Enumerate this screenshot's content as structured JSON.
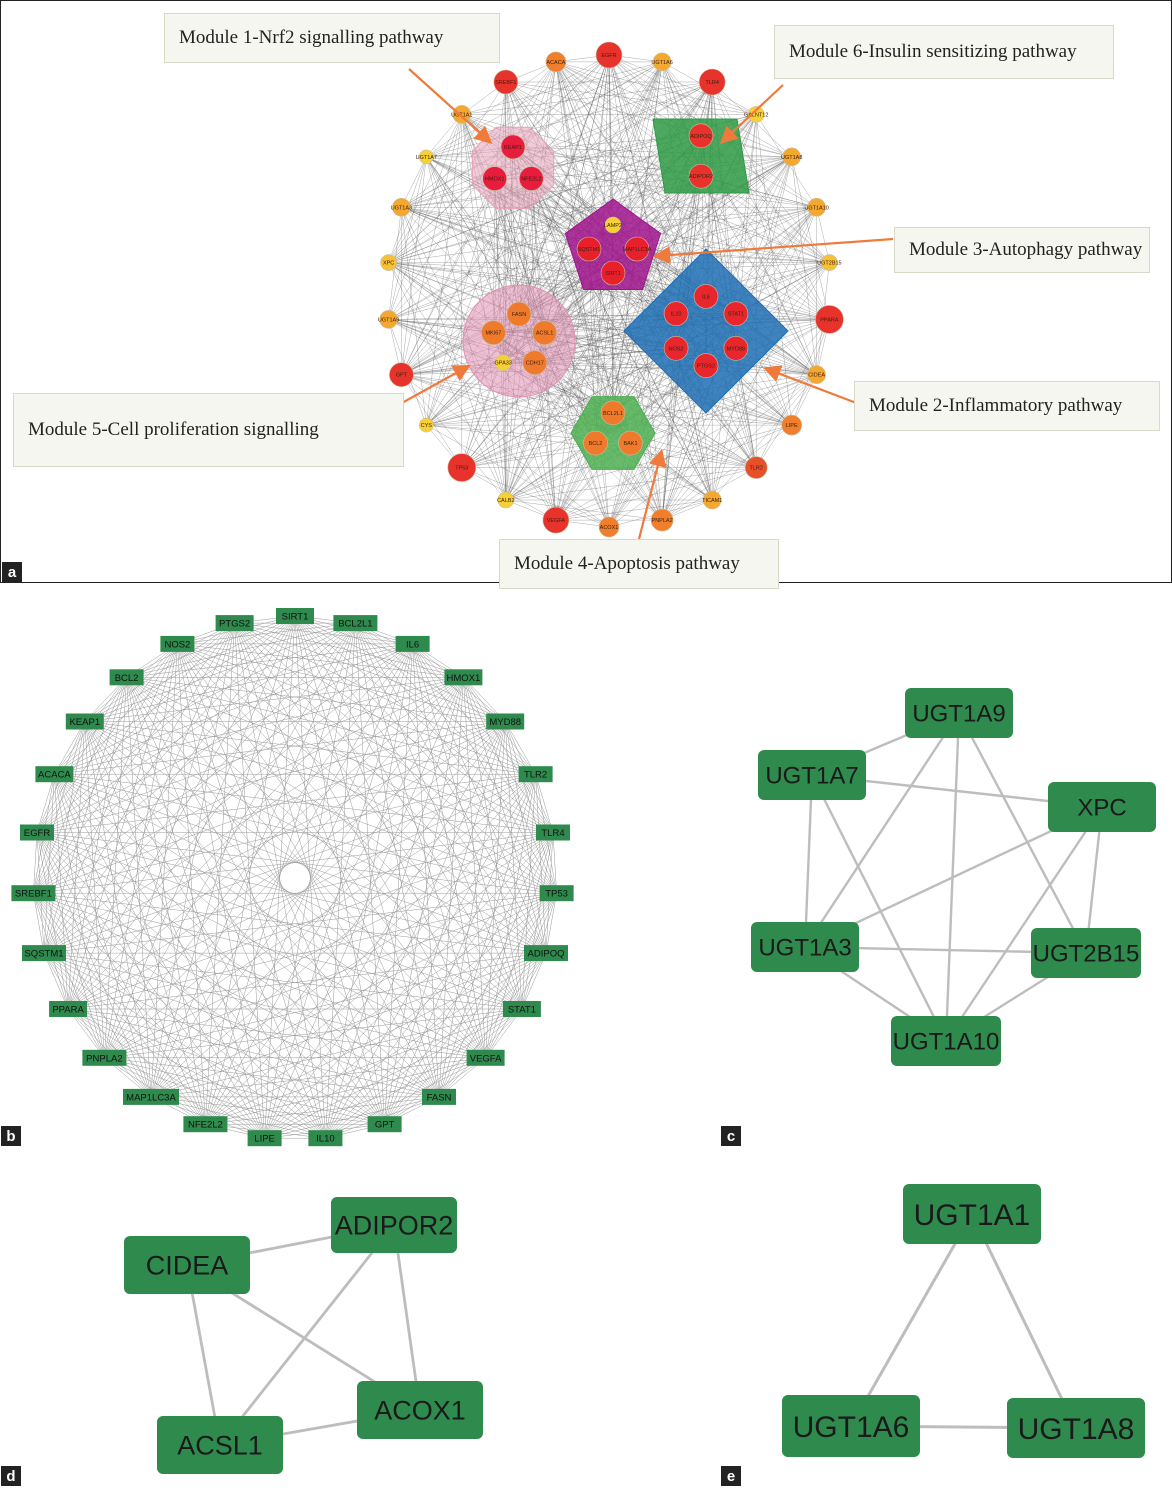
{
  "panel_labels": {
    "a": "a",
    "b": "b",
    "c": "c",
    "d": "d",
    "e": "e"
  },
  "panel_a": {
    "modules": [
      {
        "id": "m1",
        "label": "Module 1-Nrf2 signalling pathway",
        "color": "#e8a0b8",
        "shape": "octagon",
        "genes": [
          "KEAP1",
          "NFE2L2",
          "HMOX1"
        ]
      },
      {
        "id": "m2",
        "label": "Module 2-Inflammatory pathway",
        "color": "#1f6fb4",
        "shape": "diamond",
        "genes": [
          "IL6",
          "STAT1",
          "MYD88",
          "PTGS2",
          "NOS2",
          "IL10"
        ]
      },
      {
        "id": "m3",
        "label": "Module 3-Autophagy pathway",
        "color": "#a0148c",
        "shape": "pentagon",
        "genes": [
          "LAMP2",
          "MAP1LC3A",
          "SIRT1",
          "SQSTM1"
        ]
      },
      {
        "id": "m4",
        "label": "Module 4-Apoptosis pathway",
        "color": "#4caf50",
        "shape": "hexagon",
        "genes": [
          "BCL2L1",
          "BAK1",
          "BCL2"
        ]
      },
      {
        "id": "m5",
        "label": "Module 5-Cell proliferation signalling",
        "color": "#e090b0",
        "shape": "circle",
        "genes": [
          "FASN",
          "ACSL1",
          "CDH17",
          "GPA33",
          "MKI67"
        ]
      },
      {
        "id": "m6",
        "label": "Module 6-Insulin sensitizing pathway",
        "color": "#2e9a44",
        "shape": "parallelogram",
        "genes": [
          "ADIPOQ",
          "ADIPOR2"
        ]
      }
    ],
    "ring_nodes": [
      {
        "name": "EGFR",
        "color": "#e8322c",
        "size": 13
      },
      {
        "name": "UGT1A6",
        "color": "#f5a830",
        "size": 9
      },
      {
        "name": "TLR4",
        "color": "#e8322c",
        "size": 13
      },
      {
        "name": "GALNT12",
        "color": "#f7d035",
        "size": 8
      },
      {
        "name": "UGT1A8",
        "color": "#f5a830",
        "size": 9
      },
      {
        "name": "UGT1A10",
        "color": "#f5a830",
        "size": 9
      },
      {
        "name": "UGT2B15",
        "color": "#f7c035",
        "size": 8
      },
      {
        "name": "PPARA",
        "color": "#e8322c",
        "size": 14
      },
      {
        "name": "CIDEA",
        "color": "#f5a830",
        "size": 9
      },
      {
        "name": "LIPE",
        "color": "#f07e2c",
        "size": 10
      },
      {
        "name": "TLR2",
        "color": "#e8502c",
        "size": 11
      },
      {
        "name": "TICAM1",
        "color": "#f5a830",
        "size": 9
      },
      {
        "name": "PNPLA2",
        "color": "#f07e2c",
        "size": 11
      },
      {
        "name": "ACOX1",
        "color": "#f07e2c",
        "size": 10
      },
      {
        "name": "VEGFA",
        "color": "#e8322c",
        "size": 13
      },
      {
        "name": "CALB2",
        "color": "#f7d035",
        "size": 8
      },
      {
        "name": "TP53",
        "color": "#e8322c",
        "size": 14
      },
      {
        "name": "CYS",
        "color": "#f7d035",
        "size": 7
      },
      {
        "name": "GPT",
        "color": "#e8322c",
        "size": 12
      },
      {
        "name": "UGT1A9",
        "color": "#f5a830",
        "size": 9
      },
      {
        "name": "XPC",
        "color": "#f7c035",
        "size": 8
      },
      {
        "name": "UGT1A3",
        "color": "#f5a830",
        "size": 9
      },
      {
        "name": "UGT1A7",
        "color": "#f7d035",
        "size": 7
      },
      {
        "name": "UGT1A1",
        "color": "#f5a830",
        "size": 9
      },
      {
        "name": "SREBF1",
        "color": "#e8322c",
        "size": 12
      },
      {
        "name": "ACACA",
        "color": "#f07e2c",
        "size": 10
      }
    ]
  },
  "panel_b": {
    "node_color": "#2f8a4e",
    "nodes": [
      "SIRT1",
      "BCL2L1",
      "IL6",
      "HMOX1",
      "MYD88",
      "TLR2",
      "TLR4",
      "TP53",
      "ADIPOQ",
      "STAT1",
      "VEGFA",
      "FASN",
      "GPT",
      "IL10",
      "LIPE",
      "NFE2L2",
      "MAP1LC3A",
      "PNPLA2",
      "PPARA",
      "SQSTM1",
      "SREBF1",
      "EGFR",
      "ACACA",
      "KEAP1",
      "BCL2",
      "NOS2",
      "PTGS2"
    ]
  },
  "panel_c": {
    "node_color": "#2f8a4e",
    "nodes": [
      "UGT1A9",
      "UGT1A7",
      "XPC",
      "UGT1A3",
      "UGT2B15",
      "UGT1A10"
    ],
    "edges": [
      [
        "UGT1A9",
        "UGT1A7"
      ],
      [
        "UGT1A9",
        "UGT1A3"
      ],
      [
        "UGT1A9",
        "UGT1A10"
      ],
      [
        "UGT1A9",
        "UGT2B15"
      ],
      [
        "UGT1A7",
        "XPC"
      ],
      [
        "UGT1A7",
        "UGT1A3"
      ],
      [
        "UGT1A7",
        "UGT1A10"
      ],
      [
        "XPC",
        "UGT1A3"
      ],
      [
        "XPC",
        "UGT2B15"
      ],
      [
        "XPC",
        "UGT1A10"
      ],
      [
        "UGT1A3",
        "UGT2B15"
      ],
      [
        "UGT1A3",
        "UGT1A10"
      ],
      [
        "UGT2B15",
        "UGT1A10"
      ]
    ]
  },
  "panel_d": {
    "node_color": "#2f8a4e",
    "nodes": [
      "CIDEA",
      "ADIPOR2",
      "ACOX1",
      "ACSL1"
    ],
    "edges": [
      [
        "CIDEA",
        "ADIPOR2"
      ],
      [
        "CIDEA",
        "ACOX1"
      ],
      [
        "CIDEA",
        "ACSL1"
      ],
      [
        "ADIPOR2",
        "ACOX1"
      ],
      [
        "ADIPOR2",
        "ACSL1"
      ],
      [
        "ACSL1",
        "ACOX1"
      ]
    ]
  },
  "panel_e": {
    "node_color": "#2f8a4e",
    "nodes": [
      "UGT1A1",
      "UGT1A6",
      "UGT1A8"
    ],
    "edges": [
      [
        "UGT1A1",
        "UGT1A6"
      ],
      [
        "UGT1A1",
        "UGT1A8"
      ],
      [
        "UGT1A6",
        "UGT1A8"
      ]
    ]
  }
}
